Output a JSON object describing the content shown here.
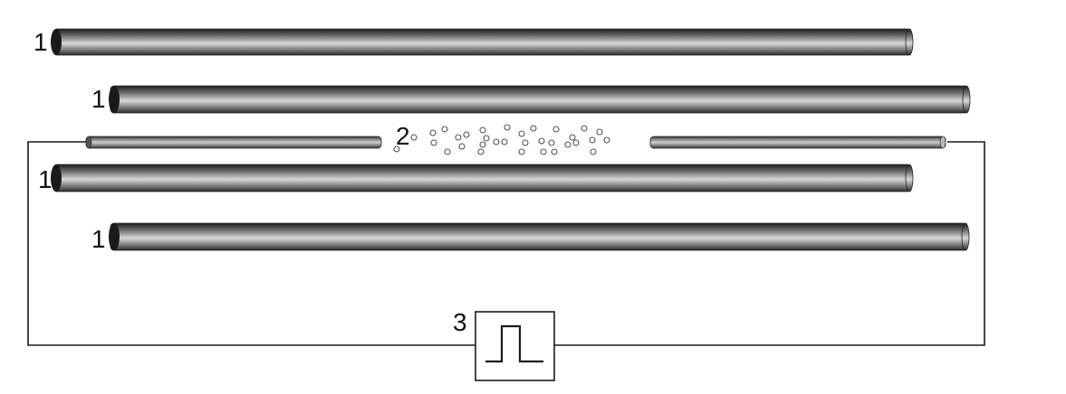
{
  "labels": {
    "rod_label": "1",
    "particles_label": "2",
    "pulse_source_label": "3"
  },
  "colors": {
    "rod_dark": "#2a2a2a",
    "rod_light": "#d6d6d6",
    "wire": "#1a1a1a",
    "particle": "#555555"
  },
  "icons": {
    "pulse_source": "square-pulse-icon"
  }
}
